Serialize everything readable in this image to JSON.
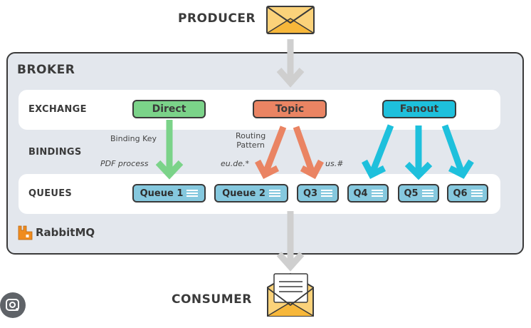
{
  "producer": {
    "label": "PRODUCER",
    "icon": "envelope-closed-icon"
  },
  "consumer": {
    "label": "CONSUMER",
    "icon": "envelope-open-letter-icon"
  },
  "broker": {
    "title": "BROKER",
    "rows": {
      "exchange": "EXCHANGE",
      "bindings": "BINDINGS",
      "queues": "QUEUES"
    },
    "exchanges": [
      {
        "name": "Direct",
        "color": "#7bd389"
      },
      {
        "name": "Topic",
        "color": "#ea8463"
      },
      {
        "name": "Fanout",
        "color": "#1ec0dc"
      }
    ],
    "bindings": {
      "direct_title": "Binding Key",
      "direct_key": "PDF process",
      "topic_title_line1": "Routing",
      "topic_title_line2": "Pattern",
      "topic_key_left": "eu.de.*",
      "topic_key_right": "us.#"
    },
    "queues": [
      "Queue 1",
      "Queue 2",
      "Q3",
      "Q4",
      "Q5",
      "Q6"
    ],
    "brand": {
      "name": "RabbitMQ",
      "icon": "rabbitmq-logo-icon",
      "color": "#f08c1e"
    }
  },
  "colors": {
    "direct": "#7bd389",
    "topic": "#ea8463",
    "fanout": "#1ec0dc",
    "queue": "#85c8de",
    "flow_arrow": "#cfcfcf",
    "envelope": "#fbc75a"
  },
  "overlay": {
    "icon": "lens-search-icon"
  }
}
